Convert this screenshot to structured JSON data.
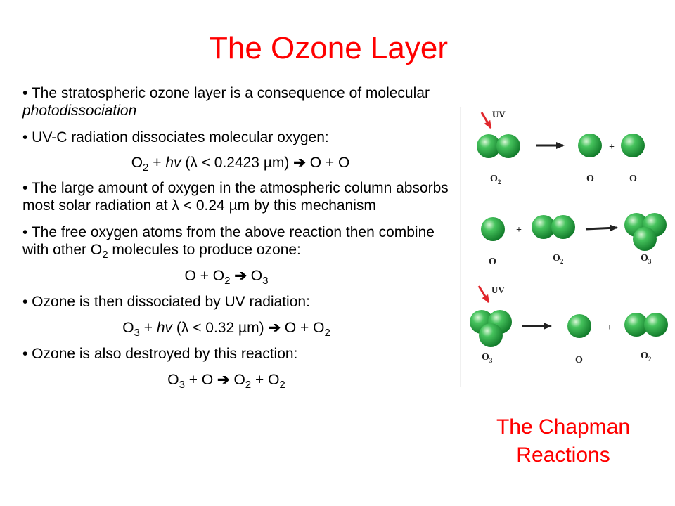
{
  "slide": {
    "title": "The Ozone Layer",
    "caption_line1": "The Chapman",
    "caption_line2": "Reactions",
    "colors": {
      "title": "#ff0000",
      "atom": "#2fb24a",
      "arrow_red": "#e0262b"
    }
  },
  "bullets": {
    "b1_pre": "• The stratospheric ozone layer is a consequence of molecular ",
    "b1_em": "photodissociation",
    "b2": "• UV-C radiation dissociates molecular oxygen:",
    "eq1_a": "O",
    "eq1_sub": "2",
    "eq1_b": " + ",
    "eq1_hv": "hv",
    "eq1_c": " (λ < 0.2423 µm) ",
    "eq1_arrow": "➔",
    "eq1_d": " O + O",
    "b3": "• The large amount of oxygen in the atmospheric column absorbs most solar radiation at λ < 0.24 µm by this mechanism",
    "b4_pre": "• The free oxygen atoms from the above reaction then combine with other O",
    "b4_sub": "2",
    "b4_post": " molecules to produce ozone:",
    "eq2_a": "O + O",
    "eq2_sub1": "2",
    "eq2_arrow": "➔",
    "eq2_b": " O",
    "eq2_sub2": "3",
    "b5": "• Ozone is then dissociated by UV radiation:",
    "eq3_a": "O",
    "eq3_sub1": "3",
    "eq3_b": " + ",
    "eq3_hv": "hv",
    "eq3_c": " (λ < 0.32 µm) ",
    "eq3_arrow": "➔",
    "eq3_d": " O + O",
    "eq3_sub2": "2",
    "b6": "• Ozone is also destroyed by this reaction:",
    "eq4_a": "O",
    "eq4_sub1": "3",
    "eq4_b": " + O ",
    "eq4_arrow": "➔",
    "eq4_c": " O",
    "eq4_sub2": "2",
    "eq4_d": " + O",
    "eq4_sub3": "2"
  },
  "figure": {
    "uv": "UV",
    "plus": "+",
    "r1_o2": "O",
    "r1_o2_sub": "2",
    "r1_o_a": "O",
    "r1_o_b": "O",
    "r2_o": "O",
    "r2_o2": "O",
    "r2_o2_sub": "2",
    "r2_o3": "O",
    "r2_o3_sub": "3",
    "r3_o3": "O",
    "r3_o3_sub": "3",
    "r3_o": "O",
    "r3_o2": "O",
    "r3_o2_sub": "2"
  }
}
